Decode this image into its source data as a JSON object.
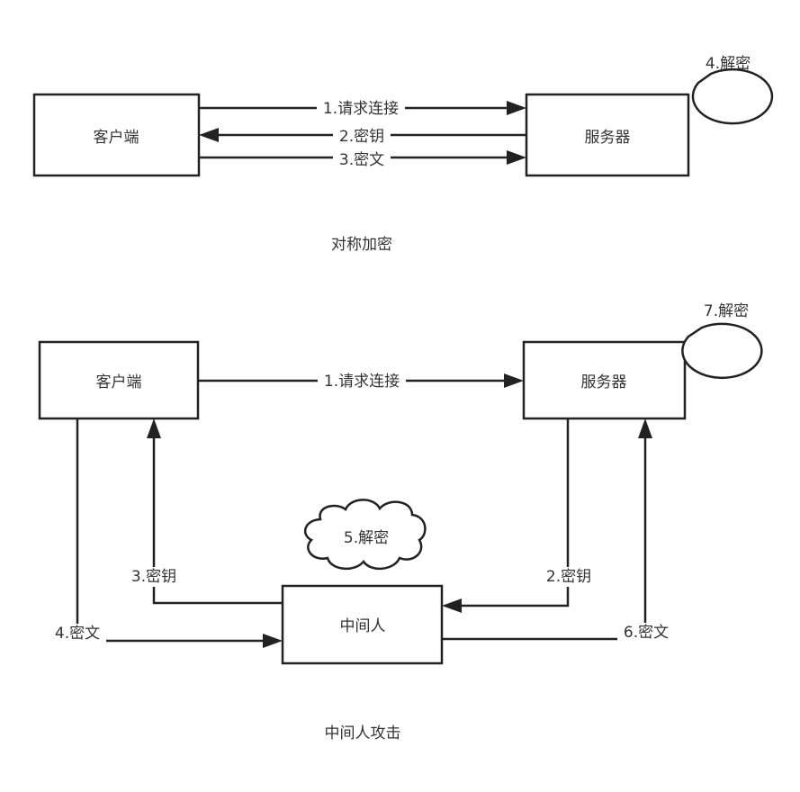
{
  "symmetric": {
    "client": "客户端",
    "server": "服务器",
    "edge_request": "1.请求连接",
    "edge_key": "2.密钥",
    "edge_cipher": "3.密文",
    "bubble": "4.解密",
    "caption": "对称加密"
  },
  "mitm": {
    "client": "客户端",
    "server": "服务器",
    "middle": "中间人",
    "edge_request": "1.请求连接",
    "edge_server_key": "2.密钥",
    "edge_fake_key": "3.密钥",
    "edge_client_cipher": "4.密文",
    "cloud": "5.解密",
    "edge_forward_cipher": "6.密文",
    "bubble": "7.解密",
    "caption": "中间人攻击"
  }
}
